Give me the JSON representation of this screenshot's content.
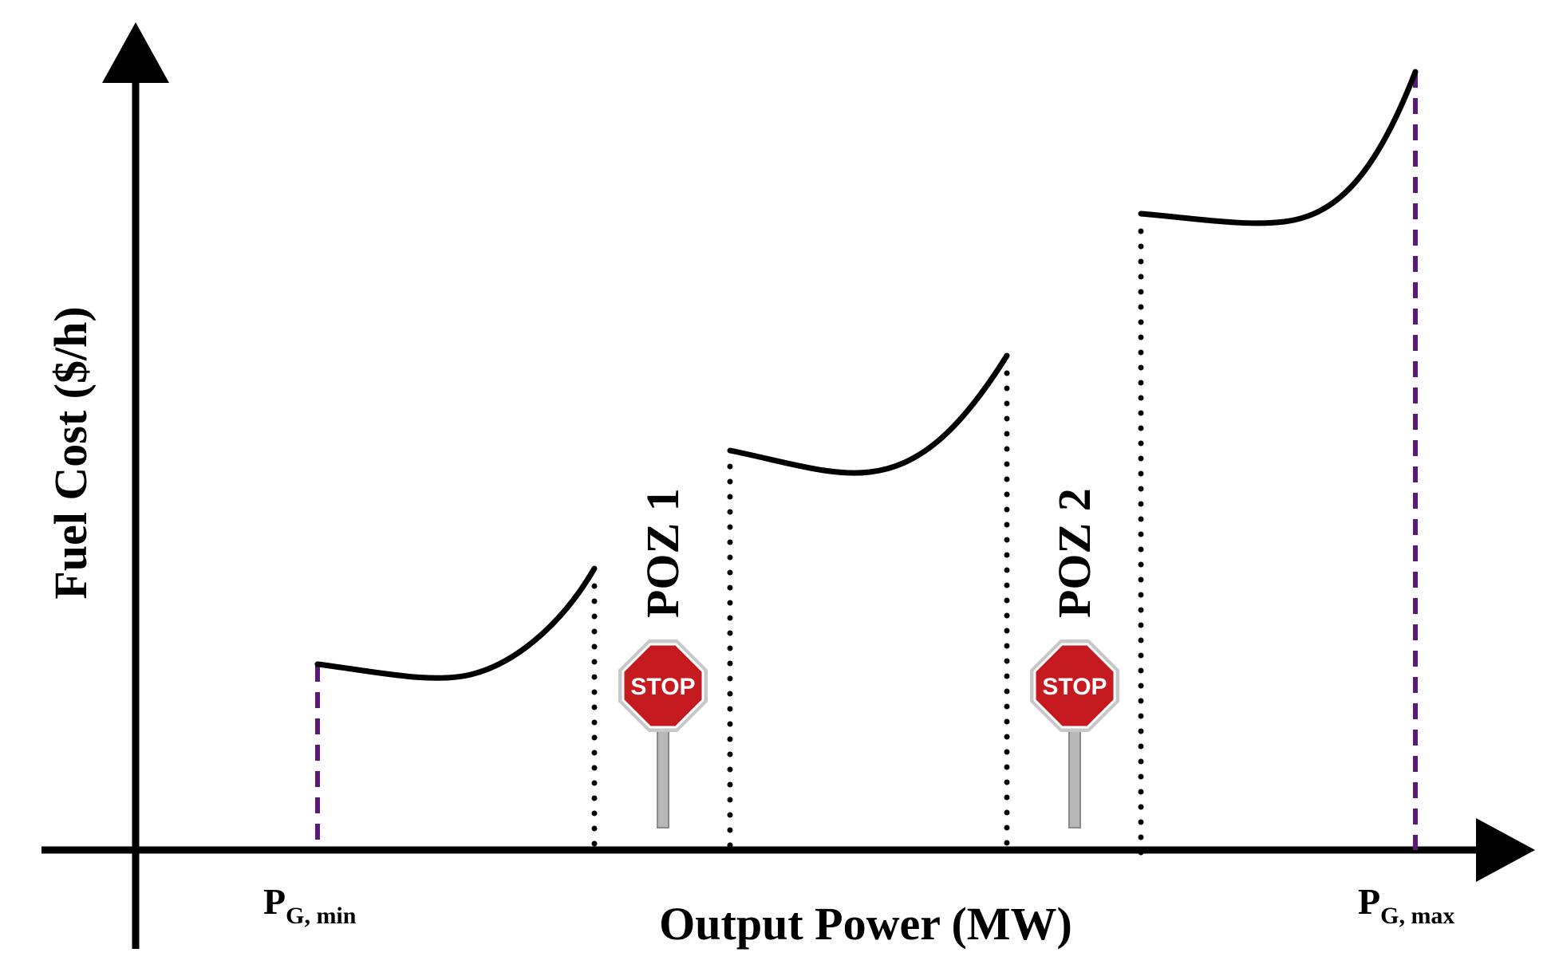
{
  "axes": {
    "y_label": "Fuel Cost ($/h)",
    "x_label": "Output Power (MW)"
  },
  "limits": {
    "min": {
      "main": "P",
      "sub": "G, min"
    },
    "max": {
      "main": "P",
      "sub": "G, max"
    }
  },
  "zones": [
    {
      "label": "POZ 1",
      "sign_text": "STOP"
    },
    {
      "label": "POZ 2",
      "sign_text": "STOP"
    }
  ],
  "colors": {
    "curve": "#000000",
    "limit_line": "#5b1a7a",
    "stop_sign": "#c41a20",
    "stop_border": "#c8c8c8",
    "post": "#b8b8b8"
  },
  "icons": {
    "stop_sign": "stop-sign-icon"
  }
}
